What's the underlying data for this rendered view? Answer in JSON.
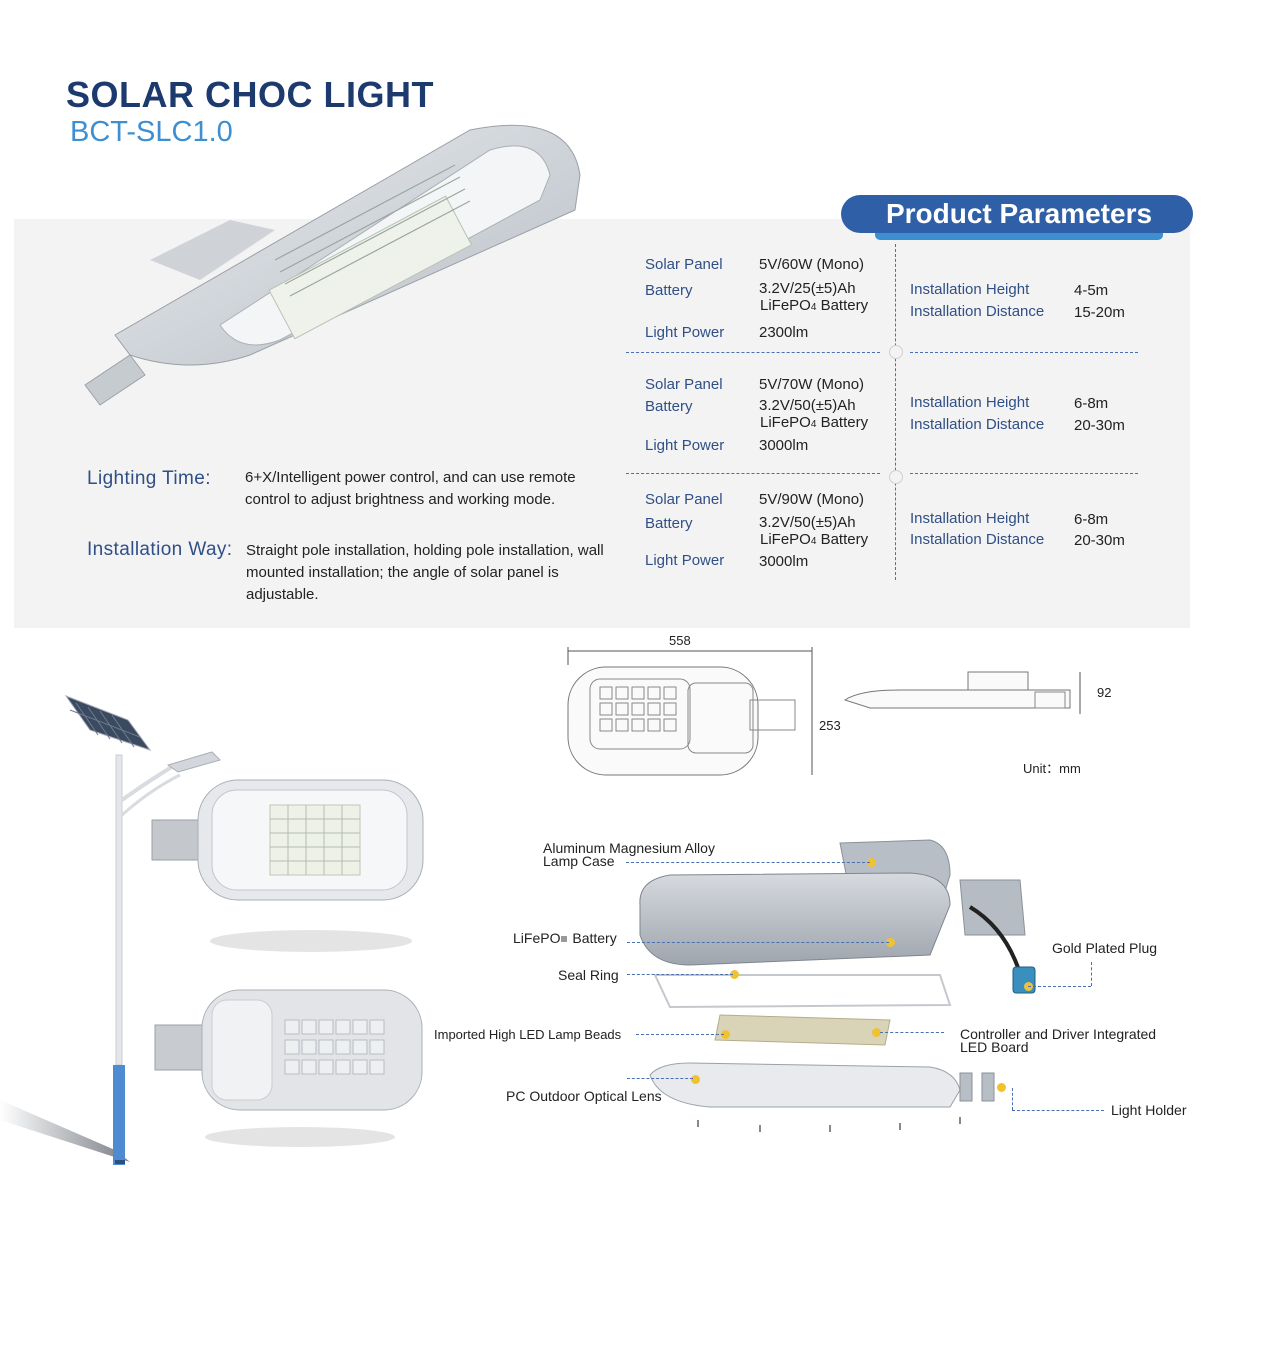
{
  "header": {
    "title": "SOLAR CHOC LIGHT",
    "model": "BCT-SLC1.0"
  },
  "parameters": {
    "heading": "Product Parameters",
    "rows": [
      {
        "solar_panel_label": "Solar Panel",
        "solar_panel_value": "5V/60W (Mono)",
        "battery_label": "Battery",
        "battery_value": "3.2V/25(±5)Ah",
        "battery_type_main": "LiFePO",
        "battery_type_sub": "4",
        "battery_type_end": " Battery",
        "light_power_label": "Light Power",
        "light_power_value": "2300lm",
        "height_label": "Installation Height",
        "height_value": "4-5m",
        "distance_label": "Installation Distance",
        "distance_value": "15-20m"
      },
      {
        "solar_panel_label": "Solar Panel",
        "solar_panel_value": "5V/70W (Mono)",
        "battery_label": "Battery",
        "battery_value": "3.2V/50(±5)Ah",
        "battery_type_main": "LiFePO",
        "battery_type_sub": "4",
        "battery_type_end": " Battery",
        "light_power_label": "Light Power",
        "light_power_value": "3000lm",
        "height_label": "Installation Height",
        "height_value": "6-8m",
        "distance_label": "Installation Distance",
        "distance_value": "20-30m"
      },
      {
        "solar_panel_label": "Solar Panel",
        "solar_panel_value": "5V/90W (Mono)",
        "battery_label": "Battery",
        "battery_value": "3.2V/50(±5)Ah",
        "battery_type_main": "LiFePO",
        "battery_type_sub": "4",
        "battery_type_end": " Battery",
        "light_power_label": "Light Power",
        "light_power_value": "3000lm",
        "height_label": "Installation Height",
        "height_value": "6-8m",
        "distance_label": "Installation Distance",
        "distance_value": "20-30m"
      }
    ]
  },
  "info": {
    "lighting_time_label": "Lighting Time:",
    "lighting_time_text": "6+X/Intelligent power control, and can use remote control to adjust brightness and working mode.",
    "installation_way_label": "Installation Way:",
    "installation_way_text": "Straight pole installation, holding pole installation, wall mounted installation; the angle of solar panel is adjustable."
  },
  "dimensions": {
    "length": "558",
    "width": "253",
    "height": "92",
    "unit": "Unit：mm"
  },
  "callouts": {
    "lamp_case": "Aluminum Magnesium Alloy Lamp Case",
    "battery_main": "LiFePO",
    "battery_rest": " Battery",
    "seal_ring": "Seal Ring",
    "led_beads": "Imported High LED Lamp Beads",
    "optical_lens": "PC Outdoor Optical Lens",
    "plug": "Gold Plated Plug",
    "controller": "Controller and Driver Integrated LED Board",
    "light_holder": "Light Holder"
  }
}
